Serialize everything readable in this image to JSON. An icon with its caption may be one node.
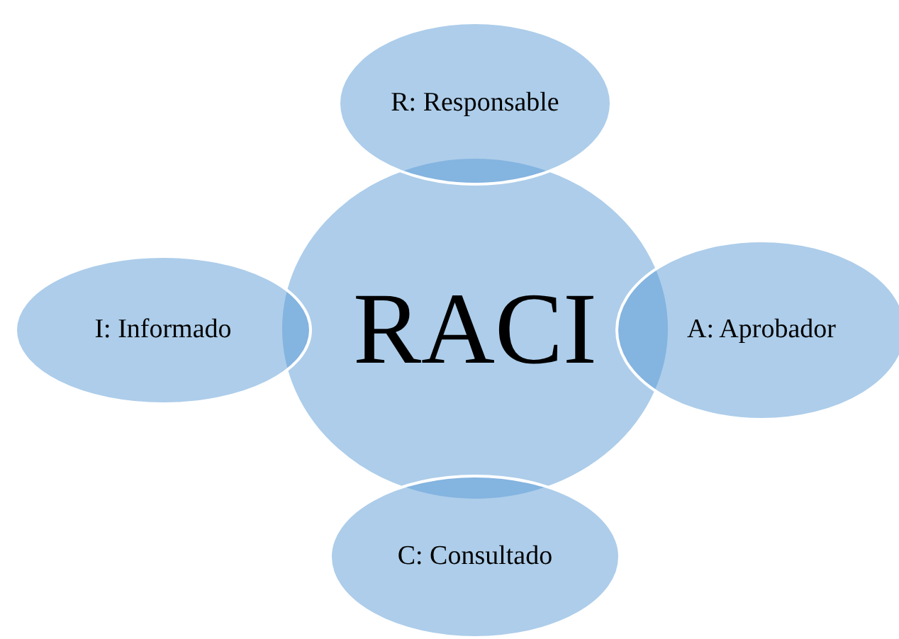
{
  "diagram": {
    "nodes": [
      {
        "text": [
          "R: Responsable"
        ]
      },
      {
        "text": [
          "I: Informado"
        ]
      },
      {
        "text": [
          "RACI"
        ]
      },
      {
        "text": [
          "A: Aprobador"
        ]
      },
      {
        "text": [
          "C: Consultado"
        ]
      }
    ]
  }
}
